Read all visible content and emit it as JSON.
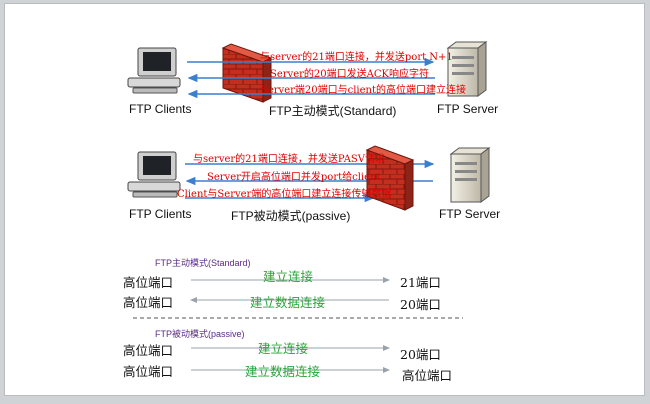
{
  "active": {
    "client_label": "FTP Clients",
    "mode_label": "FTP主动模式(Standard)",
    "server_label": "FTP Server",
    "messages": [
      "与server的21端口连接，并发送port N+1",
      "Server的20端口发送ACK响应字符",
      "Server端20端口与client的高位端口建立连接"
    ]
  },
  "passive": {
    "client_label": "FTP Clients",
    "mode_label": "FTP被动模式(passive)",
    "server_label": "FTP Server",
    "messages": [
      "与server的21端口连接，并发送PASV请求",
      "Server开启高位端口并发port给client",
      "Client与Server端的高位端口建立连接传输数据"
    ]
  },
  "summary_active": {
    "title": "FTP主动模式(Standard)",
    "rows": [
      {
        "left": "高位端口",
        "middle": "建立连接",
        "right": "21端口"
      },
      {
        "left": "高位端口",
        "middle": "建立数据连接",
        "right": "20端口"
      }
    ]
  },
  "summary_passive": {
    "title": "FTP被动模式(passive)",
    "rows": [
      {
        "left": "高位端口",
        "middle": "建立连接",
        "right": "20端口"
      },
      {
        "left": "高位端口",
        "middle": "建立数据连接",
        "right": "高位端口"
      }
    ]
  },
  "colors": {
    "arrow": "#3a7fd0",
    "message": "#e00000",
    "firewall": "#c62d1f",
    "middle_text": "#2aa43a",
    "section_title": "#5b2a86"
  },
  "icons": [
    "computer-icon",
    "firewall-icon",
    "server-icon"
  ]
}
